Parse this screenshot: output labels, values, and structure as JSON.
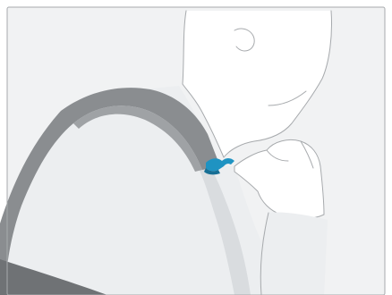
{
  "illustration": {
    "subjects": [
      "person-silhouette",
      "backpack-strap",
      "sternum-strap-clip",
      "hand"
    ],
    "colors": {
      "background": "#ffffff",
      "panel": "#f1f2f3",
      "head_fill": "#ffffff",
      "shirt": "#eceef0",
      "shirt_shadow": "#d9dcdf",
      "strap": "#8a8d90",
      "strap_dark": "#6f7275",
      "strap_light": "#9fa2a5",
      "clip": "#1f93c2",
      "clip_dark": "#176f95",
      "outline": "#a7aaad"
    }
  }
}
